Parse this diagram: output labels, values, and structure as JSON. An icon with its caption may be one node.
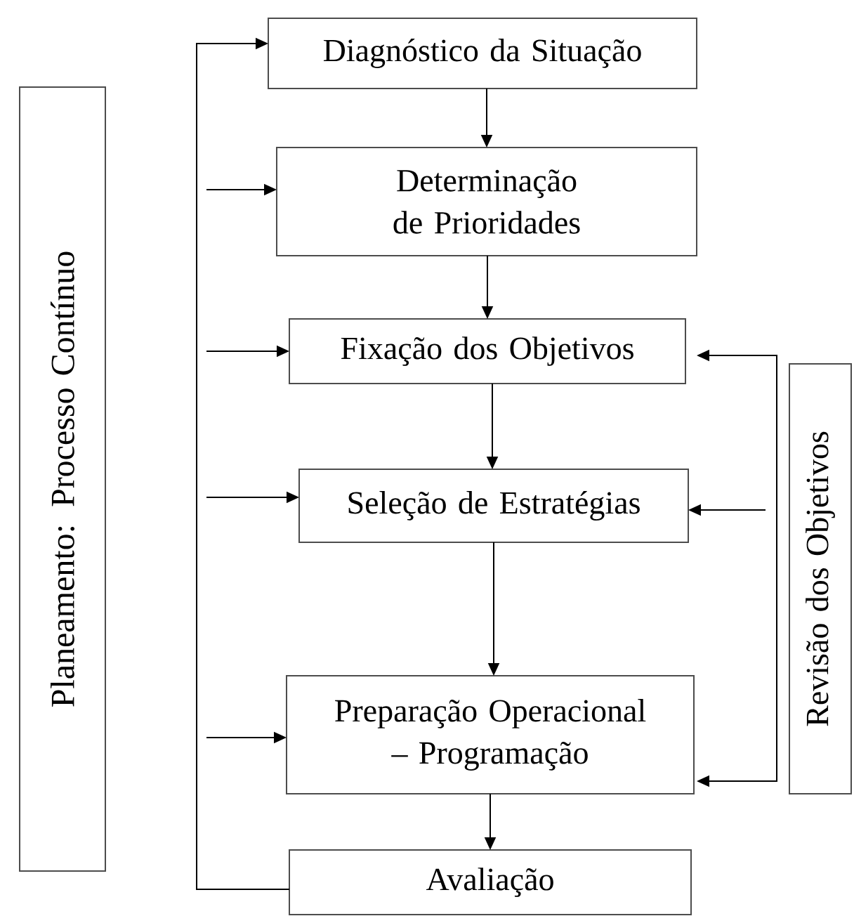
{
  "diagram": {
    "nodes": [
      {
        "text": [
          "Planeamento: Processo Contínuo"
        ]
      },
      {
        "text": [
          "Diagnóstico da Situação"
        ]
      },
      {
        "text": [
          "Determinação de Prioridades"
        ]
      },
      {
        "text": [
          "Fixação dos Objetivos"
        ]
      },
      {
        "text": [
          "Seleção de Estratégias"
        ]
      },
      {
        "text": [
          "Preparação Operacional – Programação"
        ]
      },
      {
        "text": [
          "Avaliação"
        ]
      },
      {
        "text": [
          "Revisão dos Objetivos"
        ]
      }
    ],
    "edges": [
      {
        "from": 1,
        "to": 2,
        "arrow": "to"
      },
      {
        "from": 2,
        "to": 3,
        "arrow": "to"
      },
      {
        "from": 3,
        "to": 4,
        "arrow": "to"
      },
      {
        "from": 4,
        "to": 5,
        "arrow": "to"
      },
      {
        "from": 5,
        "to": 6,
        "arrow": "to"
      },
      {
        "from": 6,
        "to": 1,
        "arrow": "to"
      },
      {
        "from": null,
        "to": 2,
        "arrow": "to"
      },
      {
        "from": null,
        "to": 3,
        "arrow": "to"
      },
      {
        "from": null,
        "to": 4,
        "arrow": "to"
      },
      {
        "from": null,
        "to": 5,
        "arrow": "to"
      },
      {
        "from": 3,
        "to": 5,
        "arrow": "both"
      },
      {
        "from": null,
        "to": 4,
        "arrow": "to"
      }
    ]
  }
}
